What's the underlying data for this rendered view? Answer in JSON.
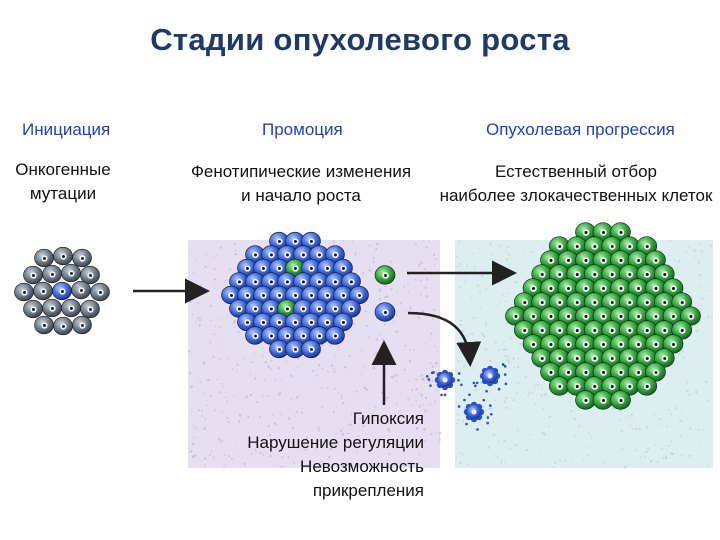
{
  "title": "Стадии опухолевого роста",
  "stages": [
    {
      "name": "Инициация",
      "description_lines": [
        "Онкогенные",
        "мутации"
      ]
    },
    {
      "name": "Промоция",
      "description_lines": [
        "Фенотипические изменения",
        "и начало роста"
      ]
    },
    {
      "name": "Опухолевая прогрессия",
      "description_lines": [
        "Естественный  отбор",
        "наиболее злокачественных клеток"
      ]
    }
  ],
  "causes": [
    "Гипоксия",
    "Нарушение регуляции",
    "Невозможность прикрепления"
  ],
  "colors": {
    "title": "#1f3a68",
    "stage_label": "#1f3fbf",
    "normal_cell": "#4a5660",
    "blue_cell": "#2a55c8",
    "green_cell": "#1f8a2e",
    "promotion_bg": "#e6dff0",
    "progression_bg": "#dceef0",
    "arrow": "#222222"
  },
  "icons": [
    "right-arrow-icon",
    "up-arrow-icon",
    "curved-arrow-icon",
    "dying-cell-icon"
  ]
}
